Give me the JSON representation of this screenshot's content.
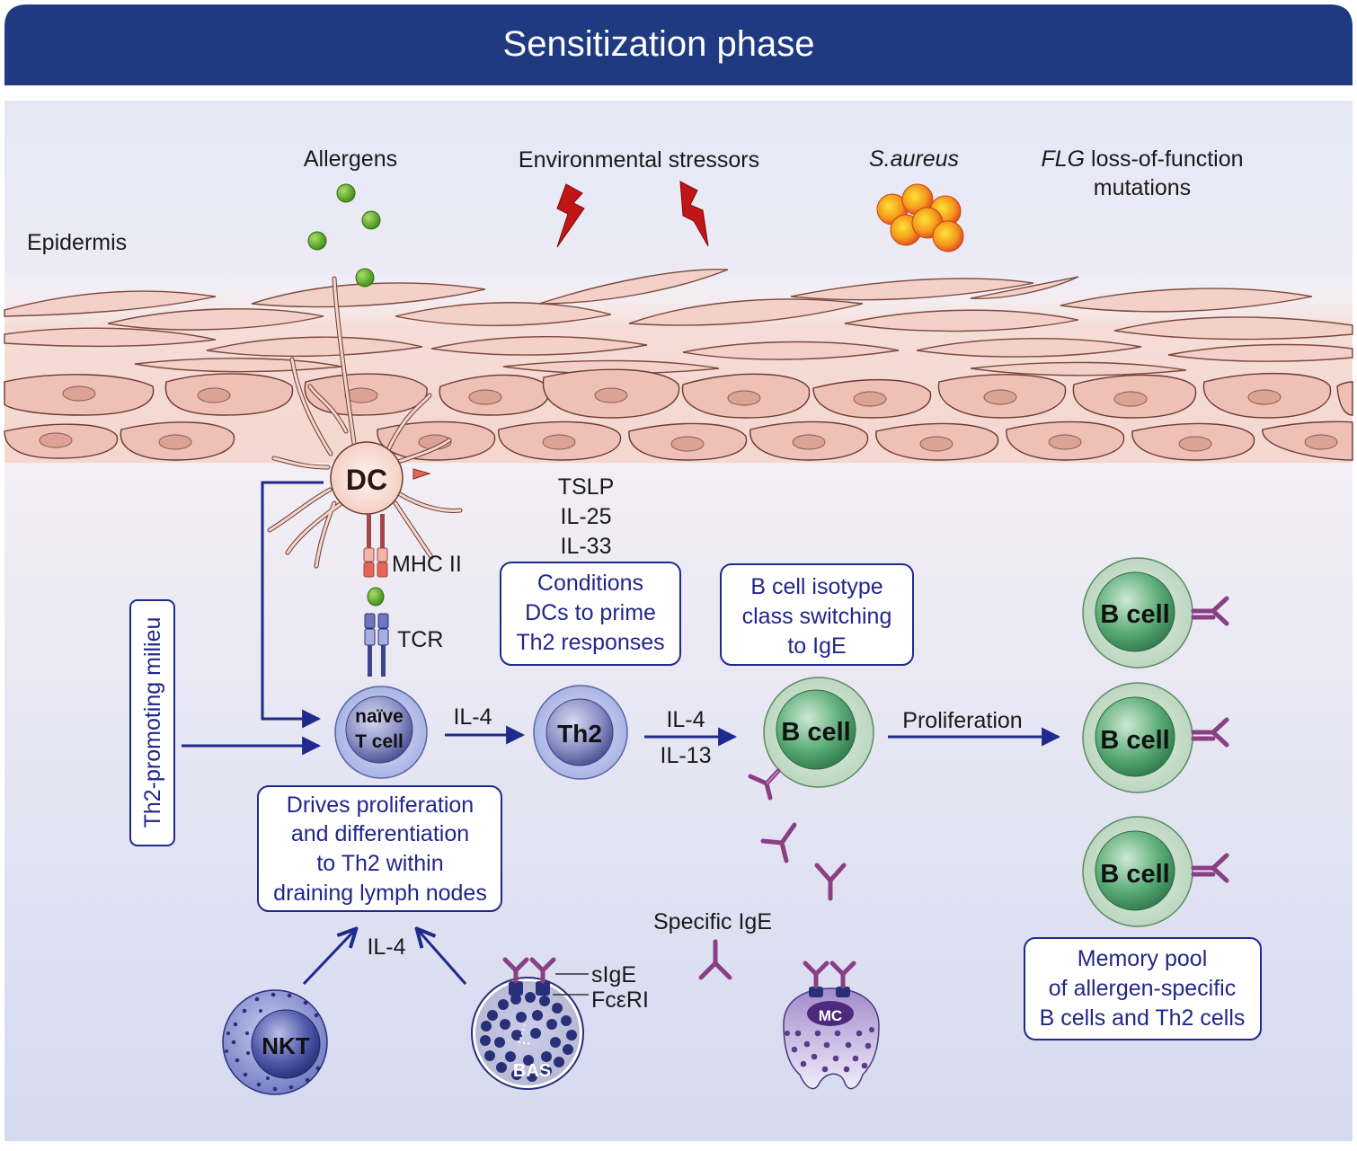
{
  "header": {
    "title": "Sensitization phase"
  },
  "triggers": {
    "allergens": "Allergens",
    "environmental": "Environmental stressors",
    "saureus": "S.aureus",
    "flg_gene": "FLG",
    "flg_rest": " loss-of-function",
    "flg_line2": "mutations"
  },
  "layers": {
    "epidermis": "Epidermis"
  },
  "cells": {
    "dc": "DC",
    "naive_line1": "naïve",
    "naive_line2": "T cell",
    "th2": "Th2",
    "bcell": "B cell",
    "nkt": "NKT",
    "bas": "BAS",
    "mc": "MC"
  },
  "receptors": {
    "mhc": "MHC II",
    "tcr": "TCR",
    "sige": "sIgE",
    "fceri": "FcεRI"
  },
  "cytokines": {
    "epithelial": [
      "TSLP",
      "IL-25",
      "IL-33"
    ],
    "il4": "IL-4",
    "il13": "IL-13"
  },
  "labels": {
    "proliferation": "Proliferation",
    "specific_ige": "Specific IgE",
    "th2_milieu": "Th2-promoting milieu"
  },
  "boxes": {
    "conditions": [
      "Conditions",
      "DCs to prime",
      "Th2 responses"
    ],
    "isotype": [
      "B cell isotype",
      "class switching",
      "to IgE"
    ],
    "drives": [
      "Drives proliferation",
      "and differentiation",
      "to Th2 within",
      "draining lymph nodes"
    ],
    "memory": [
      "Memory pool",
      "of allergen-specific",
      "B cells and Th2 cells"
    ]
  },
  "colors": {
    "header": "#1f3a80",
    "accent_text": "#22268a",
    "arrow": "#1e2a8c",
    "allergen": "#6fb52e",
    "lightning": "#c01616",
    "bacteria": "#f28a1c",
    "keratinocyte": "#f0c4b8",
    "dc": "#f7d6cc",
    "naive": "#b3bde6",
    "bcell_outer": "#cfe3d2",
    "bcell_inner": "#3e9560",
    "antibody": "#8a3f84",
    "bas": "#2a2f7a",
    "mc": "#c8b6e6"
  }
}
